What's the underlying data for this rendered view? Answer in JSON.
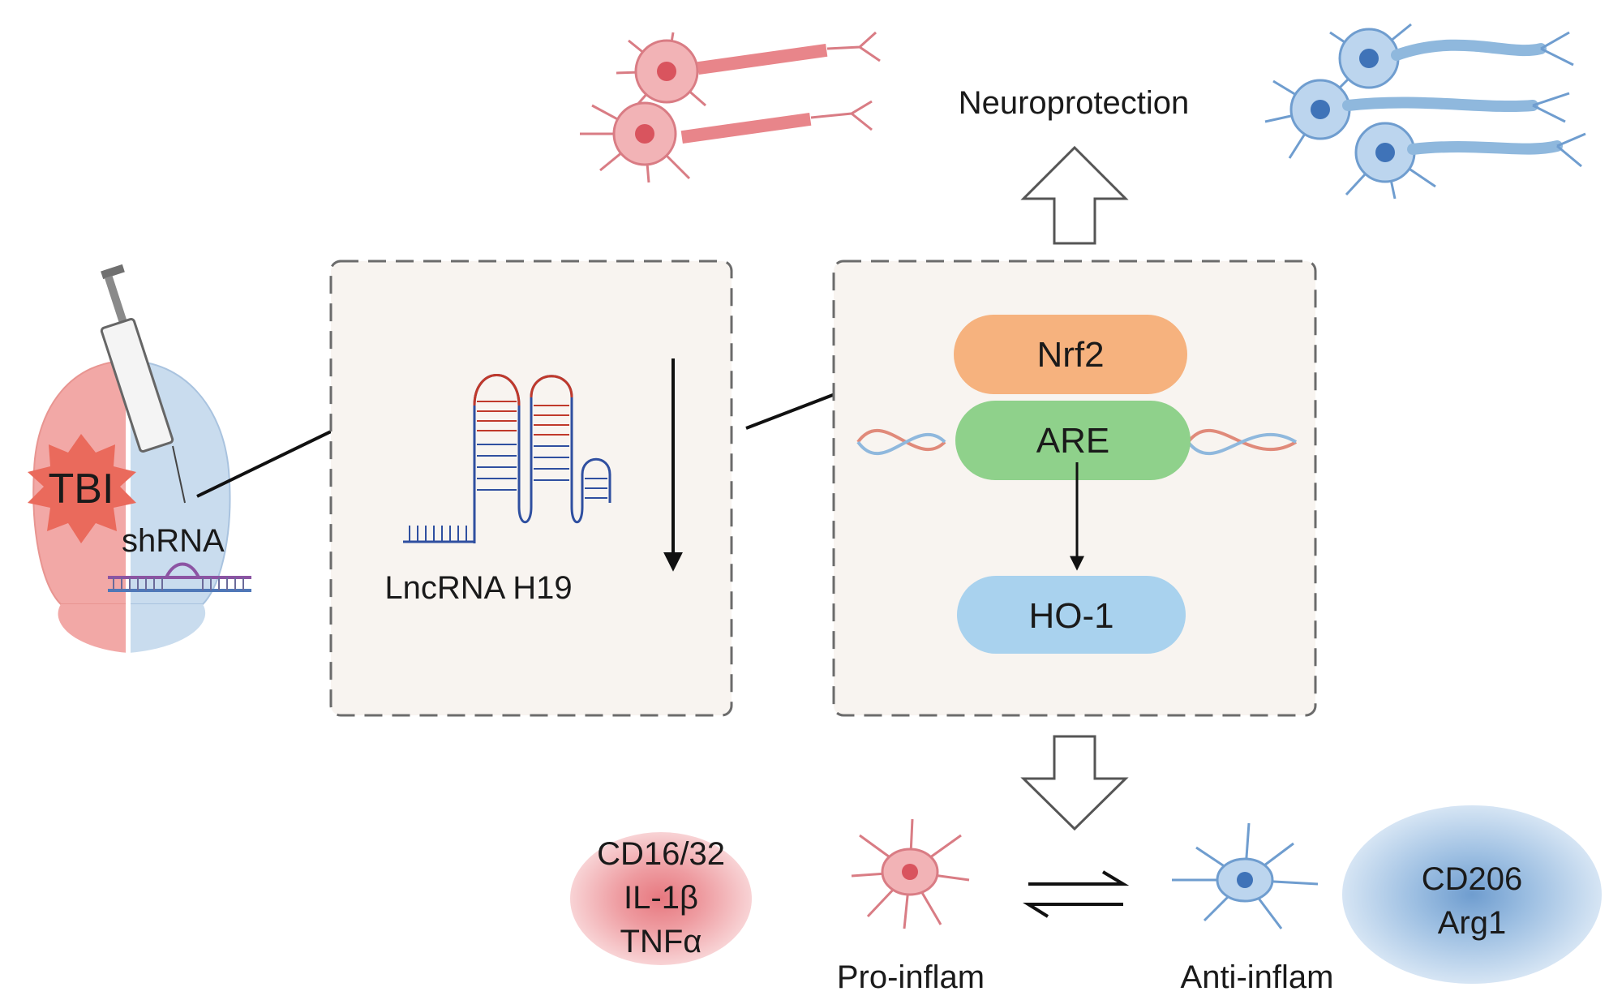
{
  "labels": {
    "injury": "TBI",
    "knockdown": "shRNA",
    "lncrna": "LncRNA H19",
    "outcome_top": "Neuroprotection",
    "pro_state": "Pro-inflam",
    "anti_state": "Anti-inflam"
  },
  "pathway": {
    "nrf2": "Nrf2",
    "are": "ARE",
    "ho1": "HO-1"
  },
  "pro_markers": [
    "CD16/32",
    "IL-1β",
    "TNFα"
  ],
  "anti_markers": [
    "CD206",
    "Arg1"
  ],
  "colors": {
    "damaged": "#e8858a",
    "healthy": "#8fb8dd",
    "nrf2": "#f6b27e",
    "are": "#8fd18b",
    "ho1": "#a9d2ee",
    "box_fill": "#f8f4f0",
    "box_border": "#6b6b6b"
  }
}
